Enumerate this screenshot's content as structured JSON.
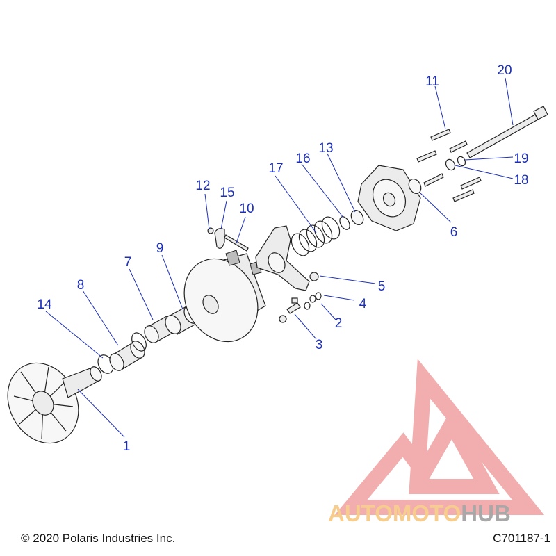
{
  "callouts": [
    {
      "id": "c1",
      "label": "1"
    },
    {
      "id": "c2",
      "label": "2"
    },
    {
      "id": "c3",
      "label": "3"
    },
    {
      "id": "c4",
      "label": "4"
    },
    {
      "id": "c5",
      "label": "5"
    },
    {
      "id": "c6",
      "label": "6"
    },
    {
      "id": "c7",
      "label": "7"
    },
    {
      "id": "c8",
      "label": "8"
    },
    {
      "id": "c9",
      "label": "9"
    },
    {
      "id": "c10",
      "label": "10"
    },
    {
      "id": "c11",
      "label": "11"
    },
    {
      "id": "c12",
      "label": "12"
    },
    {
      "id": "c13",
      "label": "13"
    },
    {
      "id": "c14",
      "label": "14"
    },
    {
      "id": "c15",
      "label": "15"
    },
    {
      "id": "c16",
      "label": "16"
    },
    {
      "id": "c17",
      "label": "17"
    },
    {
      "id": "c18",
      "label": "18"
    },
    {
      "id": "c19",
      "label": "19"
    },
    {
      "id": "c20",
      "label": "20"
    }
  ],
  "footer": {
    "copyright": "© 2020 Polaris Industries Inc.",
    "drawing_id": "C701187-1"
  },
  "watermark": {
    "part1": "AUTOMOTO",
    "part2": "HUB",
    "color_primary": "#f0a0a0",
    "color_text1": "#f5c57a",
    "color_text2": "#9a9a9a"
  }
}
